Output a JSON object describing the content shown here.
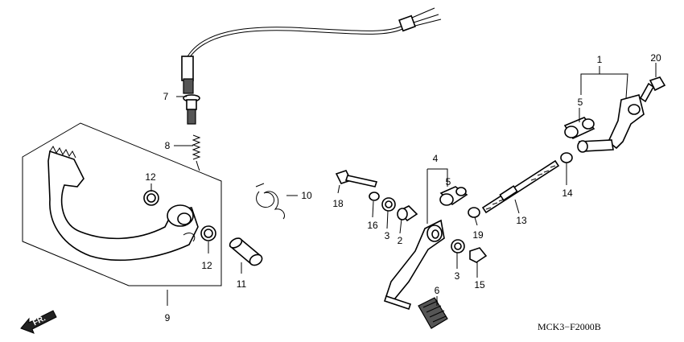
{
  "callouts": {
    "c1": "1",
    "c2": "2",
    "c3a": "3",
    "c3b": "3",
    "c4": "4",
    "c5a": "5",
    "c5b": "5",
    "c6": "6",
    "c7": "7",
    "c8": "8",
    "c9": "9",
    "c10": "10",
    "c11": "11",
    "c12a": "12",
    "c12b": "12",
    "c13": "13",
    "c14": "14",
    "c15": "15",
    "c16": "16",
    "c18": "18",
    "c19": "19",
    "c20": "20"
  },
  "direction_label": "FR.",
  "drawing_code": "MCK3−F2000B"
}
